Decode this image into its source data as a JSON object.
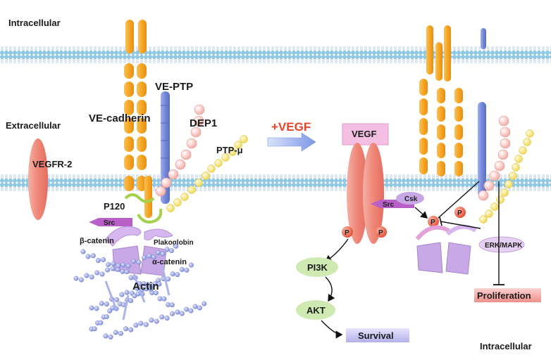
{
  "regions": {
    "top_left": "Intracellular",
    "mid_left": "Extracellular",
    "bottom_right": "Intracellular"
  },
  "left_panel": {
    "ve_cadherin": "VE-cadherin",
    "ve_ptp": "VE-PTP",
    "dep1": "DEP1",
    "ptp_mu": "PTP-μ",
    "vegfr2": "VEGFR-2",
    "p120": "P120",
    "src": "Src",
    "beta_catenin": "β-catenin",
    "plakoglobin": "Plakoglobin",
    "alpha_catenin": "α-catenin",
    "actin": "Actin"
  },
  "stimulus": {
    "label": "+VEGF",
    "color": "#e8442a"
  },
  "right_panel": {
    "vegf": "VEGF",
    "src": "Src",
    "csk": "Csk",
    "phospho": "P",
    "pi3k": "PI3K",
    "akt": "AKT",
    "survival": "Survival",
    "erk_mapk": "ERK/MAPK",
    "proliferation": "Proliferation"
  },
  "colors": {
    "membrane_head": "#8ecbe8",
    "cadherin": "#f5a623",
    "ptp_blue": "#7b8fd6",
    "dep1_pink": "#f2b5b0",
    "ptp_mu_yellow": "#f4e26a",
    "vegfr": "#f08a7c",
    "src": "#b85fc8",
    "catenin": "#c79ee0",
    "actin": "#7f8ee0",
    "pi3k_green": "#c8e6a8",
    "survival": "#c9c6f0",
    "proliferation": "#f29a96"
  }
}
